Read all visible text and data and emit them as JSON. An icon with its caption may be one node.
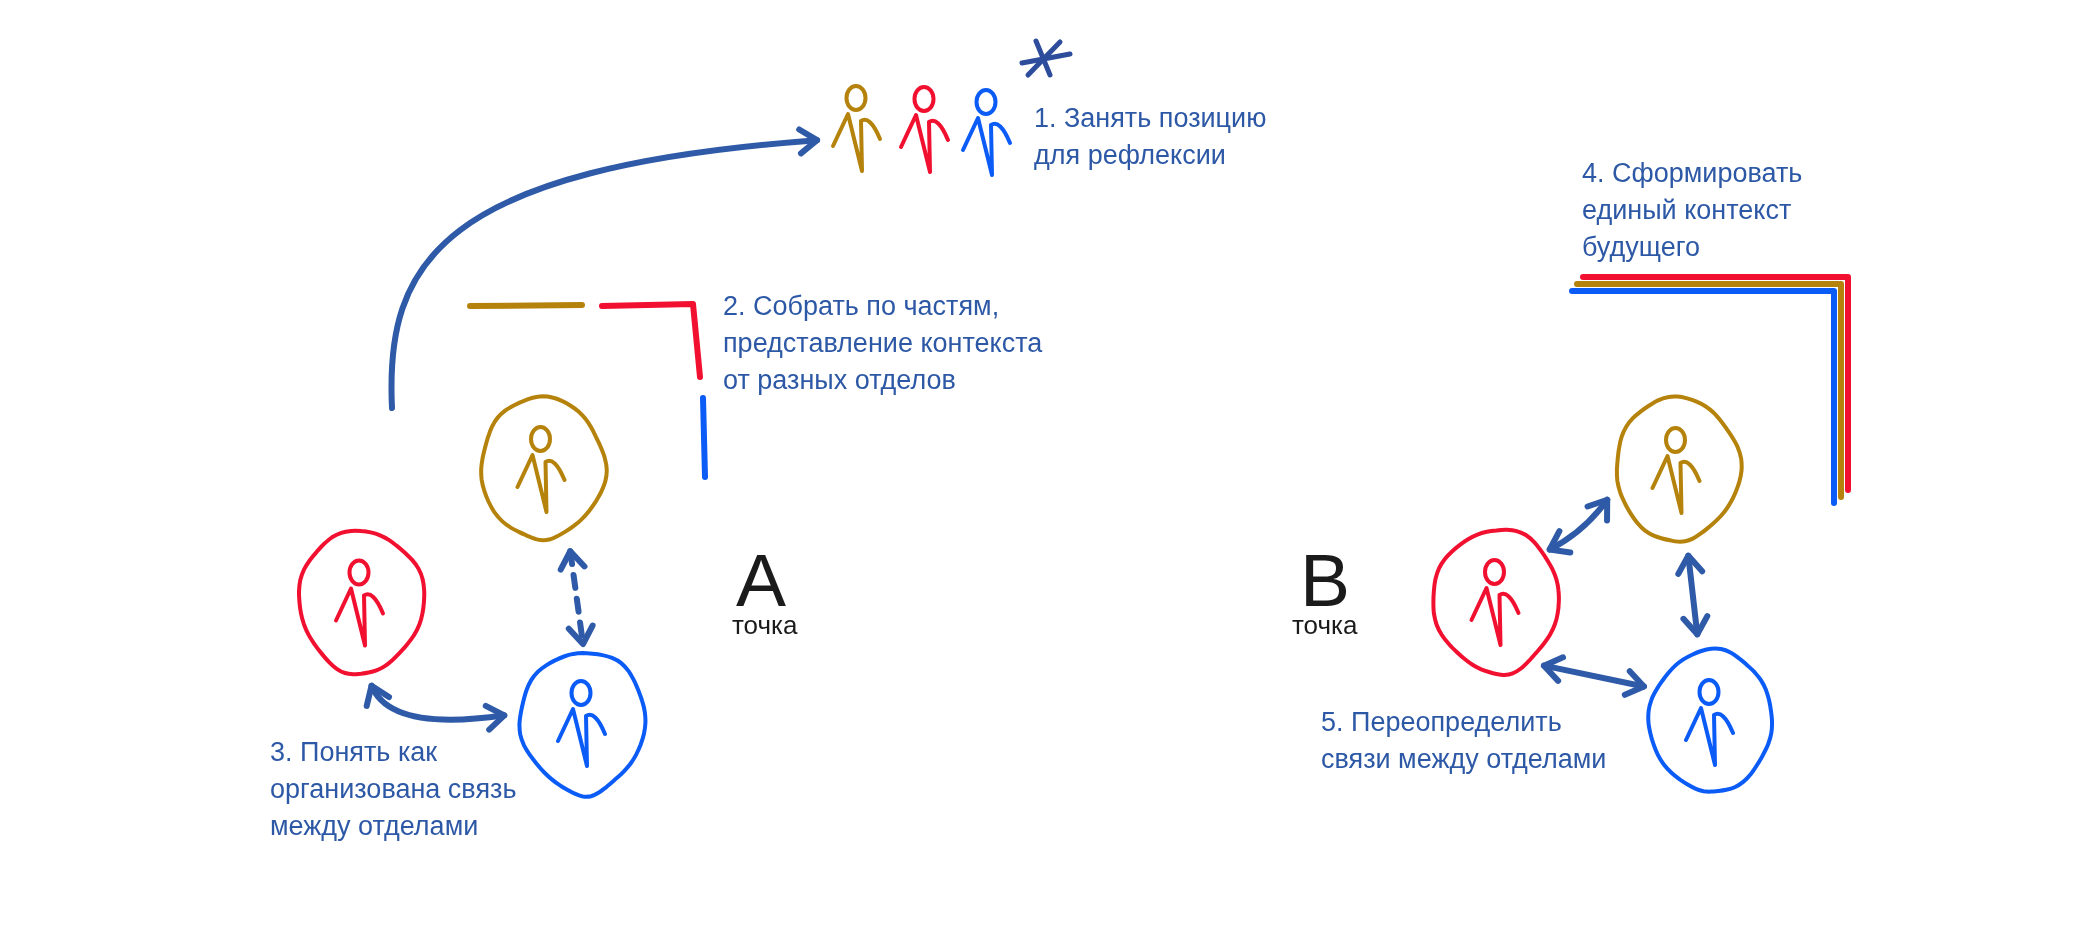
{
  "diagram": {
    "nodes": [
      {
        "text": [],
        "shape": "person",
        "beside": [
          "1. Занять позицию для рефлексии"
        ]
      },
      {
        "text": [],
        "shape": "circle"
      },
      {
        "text": [],
        "shape": "circle"
      },
      {
        "text": [],
        "shape": "circle"
      },
      {
        "text": [],
        "shape": "circle"
      },
      {
        "text": [],
        "shape": "circle"
      },
      {
        "text": [],
        "shape": "circle"
      }
    ],
    "edges": [
      {
        "from": null,
        "to": 0,
        "arrow": "to"
      },
      {
        "from": 1,
        "to": 3,
        "arrow": "both",
        "style": "dashed"
      },
      {
        "from": 2,
        "to": 3,
        "arrow": "both"
      },
      {
        "from": 5,
        "to": 4,
        "arrow": "both"
      },
      {
        "from": 4,
        "to": 6,
        "arrow": "both"
      },
      {
        "from": 5,
        "to": 6,
        "arrow": "both"
      }
    ],
    "labels": [
      "2. Собрать по частям, представление контекста от разных отделов",
      "A",
      "точка",
      "3. Понять как организована связь между отделами",
      "4. Сформировать единый контекст будущего",
      "B",
      "точка",
      "5. Переопределить связи между отделами"
    ]
  }
}
